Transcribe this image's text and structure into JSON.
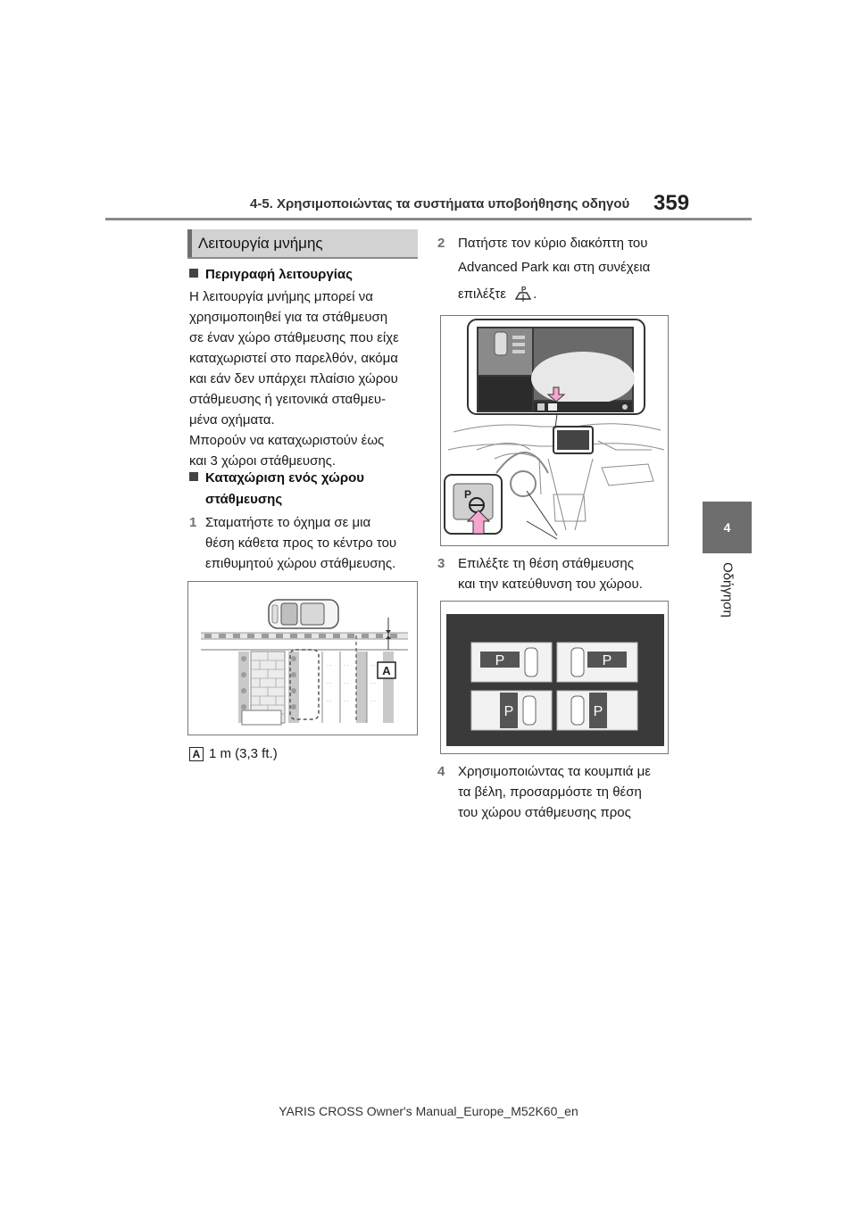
{
  "header": {
    "section_title": "4-5. Χρησιμοποιώντας τα συστήματα υποβοήθησης οδηγού",
    "page_number": "359"
  },
  "side_tab": {
    "chapter": "4",
    "label": "Οδήγηση"
  },
  "left_column": {
    "section_heading": "Λειτουργία μνήμης",
    "subhead1": "Περιγραφή λειτουργίας",
    "para1": [
      "Η λειτουργία μνήμης μπορεί να",
      "χρησιμοποιηθεί για τα στάθμευση",
      "σε έναν χώρο στάθμευσης που είχε",
      "καταχωριστεί στο παρελθόν, ακόμα",
      "και εάν δεν υπάρχει πλαίσιο χώρου",
      "στάθμευσης ή γειτονικά σταθμευ-",
      "μένα οχήματα.",
      "Μπορούν να καταχωριστούν έως",
      "και 3 χώροι στάθμευσης."
    ],
    "subhead2": [
      "Καταχώριση ενός χώρου",
      "στάθμευσης"
    ],
    "step1": {
      "num": "1",
      "lines": [
        "Σταματήστε το όχημα σε μια",
        "θέση κάθετα προς το κέντρο του",
        "επιθυμητού χώρου στάθμευσης."
      ]
    },
    "figure_label": "A",
    "caption_text": "1 m (3,3 ft.)"
  },
  "right_column": {
    "step2": {
      "num": "2",
      "lines": [
        "Πατήστε τον κύριο διακόπτη του",
        "Advanced Park και στη συνέχεια",
        "επιλέξτε"
      ],
      "icon_name": "parking-memory-icon",
      "end": "."
    },
    "step3": {
      "num": "3",
      "lines": [
        "Επιλέξτε τη θέση στάθμευσης",
        "και την κατεύθυνση του χώρου."
      ]
    },
    "parking_options": [
      {
        "label": "P",
        "position": "left"
      },
      {
        "label": "P",
        "position": "right"
      },
      {
        "label": "P",
        "position": "left"
      },
      {
        "label": "P",
        "position": "right"
      }
    ],
    "step4": {
      "num": "4",
      "lines": [
        "Χρησιμοποιώντας τα κουμπιά με",
        "τα βέλη, προσαρμόστε τη θέση",
        "του χώρου στάθμευσης προς"
      ]
    },
    "switch_letter": "P"
  },
  "footer": {
    "text": "YARIS CROSS Owner's Manual_Europe_M52K60_en"
  },
  "colors": {
    "accent_gray": "#6e6e6e",
    "highlight_pink": "#f4a6cf",
    "display_dark": "#3a3a3a"
  }
}
